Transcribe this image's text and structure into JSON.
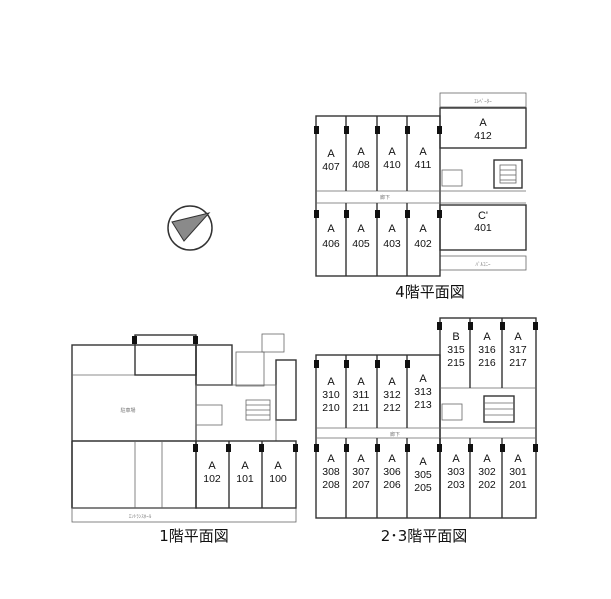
{
  "floor4": {
    "caption": "4階平面図",
    "units": [
      {
        "type": "A",
        "num": "407"
      },
      {
        "type": "A",
        "num": "408"
      },
      {
        "type": "A",
        "num": "410"
      },
      {
        "type": "A",
        "num": "411"
      },
      {
        "type": "A",
        "num": "412"
      },
      {
        "type": "A",
        "num": "406"
      },
      {
        "type": "A",
        "num": "405"
      },
      {
        "type": "A",
        "num": "403"
      },
      {
        "type": "A",
        "num": "402"
      },
      {
        "type": "C'",
        "num": "401"
      }
    ]
  },
  "floor1": {
    "caption": "1階平面図",
    "units": [
      {
        "type": "A",
        "num": "102"
      },
      {
        "type": "A",
        "num": "101"
      },
      {
        "type": "A",
        "num": "100"
      }
    ]
  },
  "floor23": {
    "caption": "2･3階平面図",
    "units": [
      {
        "type": "B",
        "num": "315",
        "num2": "215"
      },
      {
        "type": "A",
        "num": "316",
        "num2": "216"
      },
      {
        "type": "A",
        "num": "317",
        "num2": "217"
      },
      {
        "type": "A",
        "num": "310",
        "num2": "210"
      },
      {
        "type": "A",
        "num": "311",
        "num2": "211"
      },
      {
        "type": "A",
        "num": "312",
        "num2": "212"
      },
      {
        "type": "A",
        "num": "313",
        "num2": "213"
      },
      {
        "type": "A",
        "num": "308",
        "num2": "208"
      },
      {
        "type": "A",
        "num": "307",
        "num2": "207"
      },
      {
        "type": "A",
        "num": "306",
        "num2": "206"
      },
      {
        "type": "A",
        "num": "305",
        "num2": "205"
      },
      {
        "type": "A",
        "num": "303",
        "num2": "203"
      },
      {
        "type": "A",
        "num": "302",
        "num2": "202"
      },
      {
        "type": "A",
        "num": "301",
        "num2": "201"
      }
    ]
  }
}
